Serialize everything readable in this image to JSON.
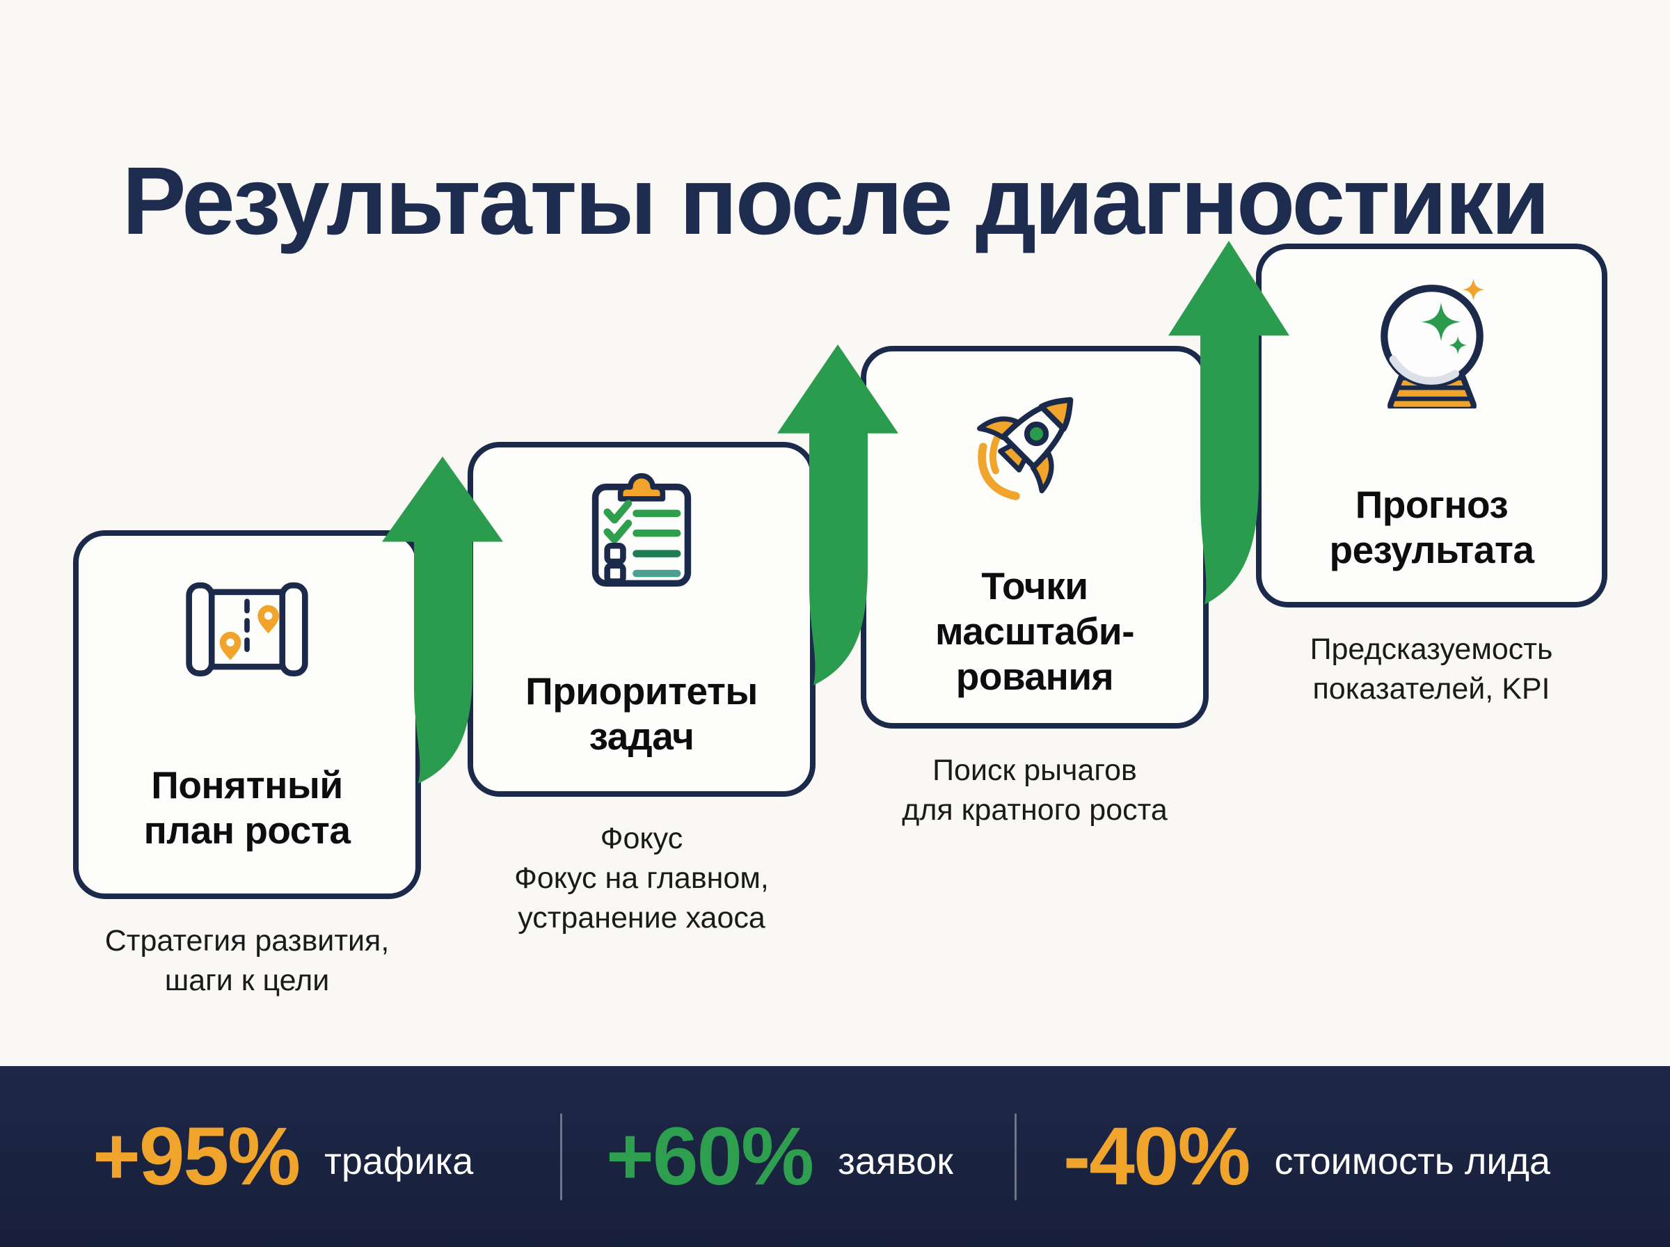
{
  "title": "Результаты после диагностики",
  "cards": [
    {
      "icon": "map-route-icon",
      "title": "Понятный\nплан роста",
      "subtitle": "Стратегия развития,\nшаги к цели"
    },
    {
      "icon": "checklist-icon",
      "title": "Приоритеты\nзадач",
      "subtitle": "Фокус\nФокус на главном,\nустранение хаоса"
    },
    {
      "icon": "rocket-icon",
      "title": "Точки\nмасштаби-\nрования",
      "subtitle": "Поиск рычагов\nдля кратного роста"
    },
    {
      "icon": "crystal-ball-icon",
      "title": "Прогноз\nрезультата",
      "subtitle": "Предсказуемость\nпоказателей, KPI"
    }
  ],
  "stats": [
    {
      "value": "+95%",
      "label": "трафика",
      "value_color": "#F0A42C"
    },
    {
      "value": "+60%",
      "label": "заявок",
      "value_color": "#2E9E4F"
    },
    {
      "value": "-40%",
      "label": "стоимость лида",
      "value_color": "#F0A42C"
    }
  ],
  "colors": {
    "navy": "#1B2A4A",
    "title_navy": "#1D2C4F",
    "green": "#2B9C4E",
    "orange": "#F0A42C",
    "check_green": "#2F9E4D",
    "line_dark_green": "#1E7C55",
    "line_teal": "#4BA08F",
    "bar_background": "#1A2340",
    "page_background": "#F9F8F5"
  }
}
